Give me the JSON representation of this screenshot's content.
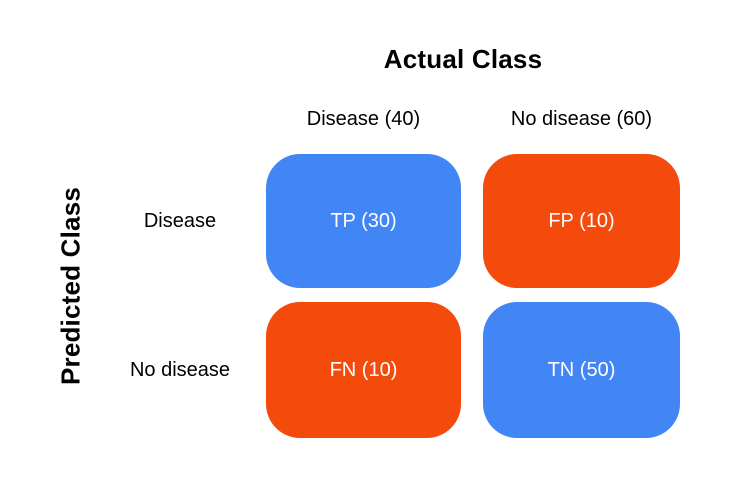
{
  "figure": {
    "x_axis_title": "Actual Class",
    "y_axis_title": "Predicted Class",
    "col_headers": [
      "Disease (40)",
      "No disease (60)"
    ],
    "row_headers": [
      "Disease",
      "No disease"
    ],
    "cells": [
      {
        "key": "TP",
        "label": "TP (30)",
        "value": 30,
        "color": "#4285F4"
      },
      {
        "key": "FP",
        "label": "FP (10)",
        "value": 10,
        "color": "#F44A0C"
      },
      {
        "key": "FN",
        "label": "FN (10)",
        "value": 10,
        "color": "#F44A0C"
      },
      {
        "key": "TN",
        "label": "TN (50)",
        "value": 50,
        "color": "#4285F4"
      }
    ]
  },
  "colors": {
    "positive_blue": "#4285F4",
    "negative_orange": "#F44A0C",
    "label_text": "#000000",
    "cell_text": "#FFFFFF",
    "background": "#FFFFFF"
  },
  "chart_data": {
    "type": "heatmap",
    "subtype": "confusion-matrix",
    "x_axis_title": "Actual Class",
    "y_axis_title": "Predicted Class",
    "columns": [
      "Disease (40)",
      "No disease (60)"
    ],
    "rows": [
      "Disease",
      "No disease"
    ],
    "values": [
      [
        30,
        10
      ],
      [
        10,
        50
      ]
    ],
    "cell_labels": [
      [
        "TP (30)",
        "FP (10)"
      ],
      [
        "FN (10)",
        "TN (50)"
      ]
    ],
    "cell_colors": [
      [
        "#4285F4",
        "#F44A0C"
      ],
      [
        "#F44A0C",
        "#4285F4"
      ]
    ],
    "column_totals": [
      40,
      60
    ],
    "legend": "none",
    "grid": false
  }
}
